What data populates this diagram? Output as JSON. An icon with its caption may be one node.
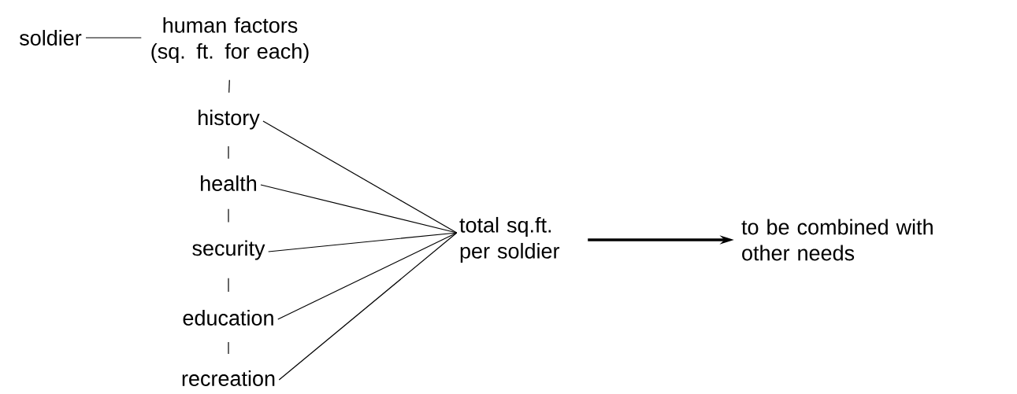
{
  "diagram": {
    "nodes": [
      {
        "text": [
          "soldier"
        ]
      },
      {
        "text": [
          "human factors (sq. ft. for each)"
        ]
      },
      {
        "text": [
          "history"
        ]
      },
      {
        "text": [
          "health"
        ]
      },
      {
        "text": [
          "security"
        ]
      },
      {
        "text": [
          "education"
        ]
      },
      {
        "text": [
          "recreation"
        ]
      },
      {
        "text": [
          "total sq.ft. per soldier"
        ]
      },
      {
        "text": [
          "to be combined with other needs"
        ]
      }
    ],
    "edges": [
      {
        "from": 0,
        "to": 1,
        "arrow": "none"
      },
      {
        "from": 1,
        "to": 2,
        "arrow": "none"
      },
      {
        "from": 2,
        "to": 3,
        "arrow": "none"
      },
      {
        "from": 3,
        "to": 4,
        "arrow": "none"
      },
      {
        "from": 4,
        "to": 5,
        "arrow": "none"
      },
      {
        "from": 5,
        "to": 6,
        "arrow": "none"
      },
      {
        "from": 2,
        "to": 7,
        "arrow": "none"
      },
      {
        "from": 3,
        "to": 7,
        "arrow": "none"
      },
      {
        "from": 4,
        "to": 7,
        "arrow": "none"
      },
      {
        "from": 5,
        "to": 7,
        "arrow": "none"
      },
      {
        "from": 6,
        "to": 7,
        "arrow": "none"
      },
      {
        "from": 7,
        "to": 8,
        "arrow": "to",
        "style": "thick"
      }
    ]
  }
}
